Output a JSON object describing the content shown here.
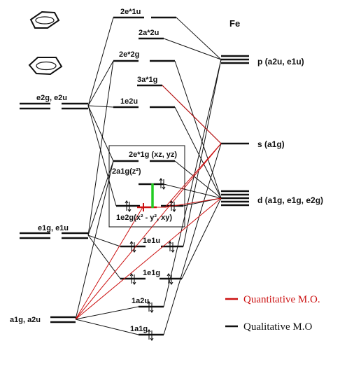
{
  "metal": {
    "label": "Fe"
  },
  "fe_levels": {
    "p": "p (a2u, e1u)",
    "s": "s (a1g)",
    "d": "d (a1g, e1g, e2g)"
  },
  "ligand_levels": {
    "e2": "e2g, e2u",
    "e1": "e1g, e1u",
    "a": "a1g, a2u"
  },
  "mo_labels": {
    "e1u_star": "2e*1u",
    "a2u_star": "2a*2u",
    "e2g_star": "2e*2g",
    "a1g_star": "3a*1g",
    "e2u": "1e2u",
    "e1g_star": "2e*1g (xz, yz)",
    "a1g": "2a1g(z²)",
    "e2g": "1e2g(x² - y², xy)",
    "e1u": "1e1u",
    "e1g": "1e1g",
    "a2u": "1a2u",
    "a1g_low": "1a1g"
  },
  "legend": {
    "quantitative": "Quantitative M.O.",
    "qualitative": "Qualitative M.O"
  },
  "colors": {
    "quantitative": "#cc1111",
    "qualitative": "#111111",
    "transition": "#22cc22"
  },
  "icons": [
    "cyclopentadienyl-ring-icon",
    "cyclopentadienyl-ring-icon"
  ]
}
